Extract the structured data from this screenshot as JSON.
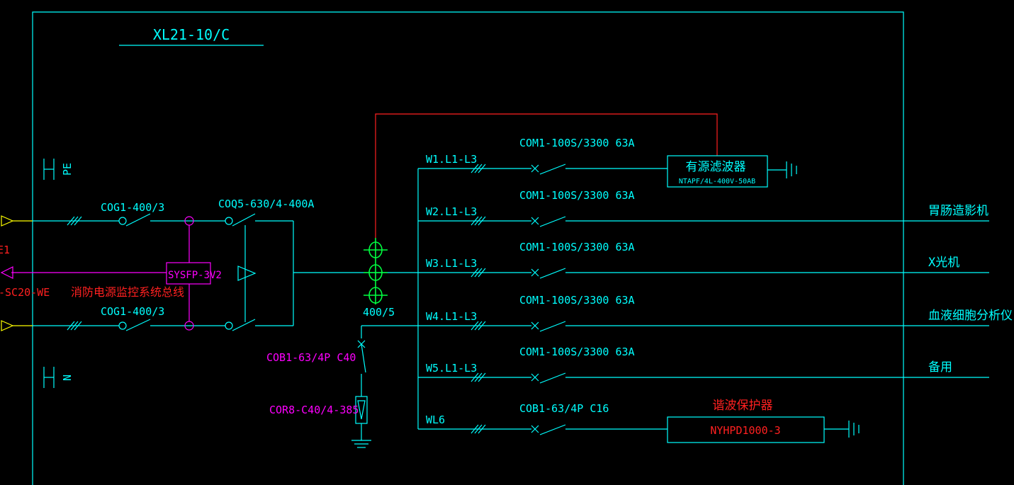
{
  "title": "XL21-10/C",
  "bus_labels": {
    "pe": "PE",
    "n": "N"
  },
  "incoming": {
    "breaker_1": "COG1-400/3",
    "breaker_2": "COG1-400/3",
    "ats": "COQ5-630/4-400A",
    "module": "SYSFP-3V2",
    "bus_note": "消防电源监控系统总线",
    "left_cut_1": "E1",
    "left_cut_2": "-SC20-WE"
  },
  "ct_label": "400/5",
  "spd": {
    "breaker": "COB1-63/4P C40",
    "device": "COR8-C40/4-385"
  },
  "circuits": [
    {
      "id": "W1.L1-L3",
      "breaker": "COM1-100S/3300 63A",
      "load": ""
    },
    {
      "id": "W2.L1-L3",
      "breaker": "COM1-100S/3300 63A",
      "load": "胃肠造影机"
    },
    {
      "id": "W3.L1-L3",
      "breaker": "COM1-100S/3300 63A",
      "load": "X光机"
    },
    {
      "id": "W4.L1-L3",
      "breaker": "COM1-100S/3300 63A",
      "load": "血液细胞分析仪"
    },
    {
      "id": "W5.L1-L3",
      "breaker": "COM1-100S/3300 63A",
      "load": "备用"
    },
    {
      "id": "WL6",
      "breaker": "COB1-63/4P C16",
      "load": ""
    }
  ],
  "filter": {
    "name": "有源滤波器",
    "model": "NTAPF/4L-400V-50AB"
  },
  "harmonic": {
    "title": "谐波保护器",
    "model": "NYHPD1000-3"
  },
  "colors": {
    "cyan": "#00ffff",
    "red": "#ff2020",
    "magenta": "#ff00ff",
    "green": "#00ff40",
    "yellow": "#ffff00"
  }
}
